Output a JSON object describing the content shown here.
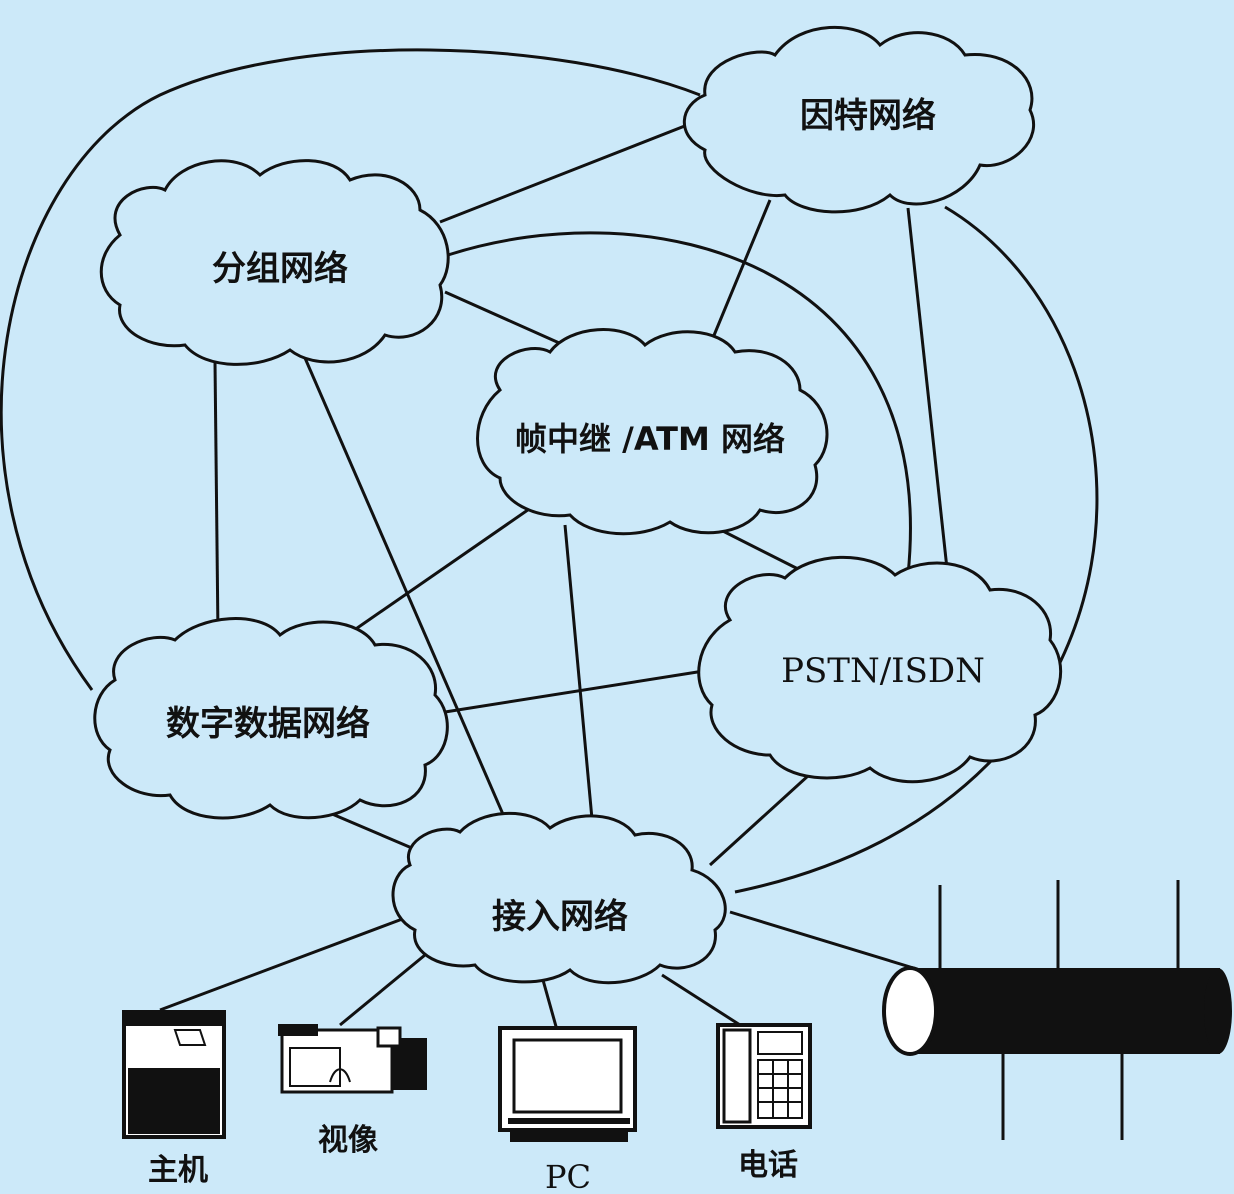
{
  "nodes": {
    "internet": "因特网络",
    "packet": "分组网络",
    "framerelay_atm": "帧中继 /ATM 网络",
    "pstn_isdn": "PSTN/ISDN",
    "ddn": "数字数据网络",
    "access": "接入网络"
  },
  "devices": {
    "host": "主机",
    "video": "视像",
    "pc": "PC",
    "phone": "电话"
  },
  "colors": {
    "background": "#cce9f9",
    "line": "#111111"
  }
}
